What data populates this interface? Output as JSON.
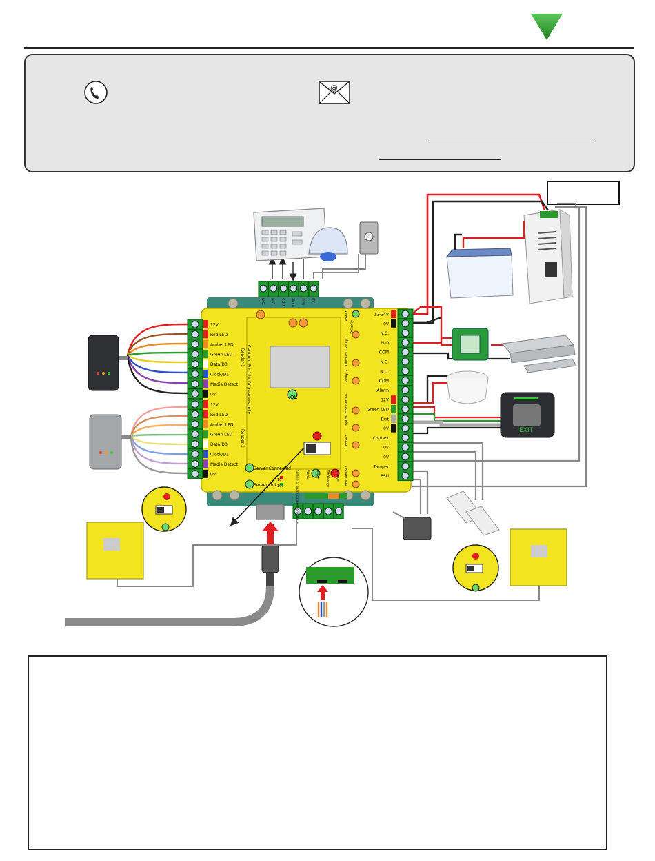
{
  "controller": {
    "ok_label": "OK",
    "reader1_terminals": [
      "12V",
      "Red LED",
      "Amber LED",
      "Green LED",
      "Data/D0",
      "Clock/D1",
      "Media Detect",
      "0V"
    ],
    "reader2_terminals": [
      "12V",
      "Red LED",
      "Amber LED",
      "Green LED",
      "Data/D0",
      "Clock/D1",
      "Media Detect",
      "0V"
    ],
    "reader1_title": "Reader 1",
    "reader2_title": "Reader 2",
    "caution_text": "Caution: For 12V DC readers only",
    "right_terminals": [
      "12-24V",
      "0V",
      "N.C.",
      "N.O",
      "COM",
      "N.C.",
      "N.O.",
      "COM",
      "Alarm",
      "12V",
      "Green LED",
      "Exit",
      "0V",
      "Contact",
      "0V",
      "0V",
      "Tamper",
      "PSU"
    ],
    "right_groups": [
      "Power",
      "DC only",
      "Relay 1",
      "Outputs",
      "Relay 2",
      "Exit Button",
      "Inputs",
      "Contact",
      "Box Tamper"
    ],
    "top_terminals": [
      "N.C.",
      "N.O.",
      "COM",
      "Siren",
      "Arm",
      "0V"
    ],
    "bottom_leds": [
      "Server Connected",
      "Server Link"
    ],
    "bottom_block_labels": [
      "Screen or spare connection data +",
      "Wh/Gr",
      "Green",
      "Wh/Orange",
      "Orange"
    ],
    "switch_labels": [
      "10",
      "100"
    ]
  },
  "colors": {
    "board": "#f2e520",
    "terminal": "#1a9a2a",
    "logo": "#2e9a2e",
    "wire_red": "#e02020",
    "wire_black": "#222222",
    "cable_grey": "#8a8a8a"
  },
  "icons": {
    "phone": "phone-icon",
    "email": "email-icon",
    "logo": "triangle-logo-icon"
  }
}
